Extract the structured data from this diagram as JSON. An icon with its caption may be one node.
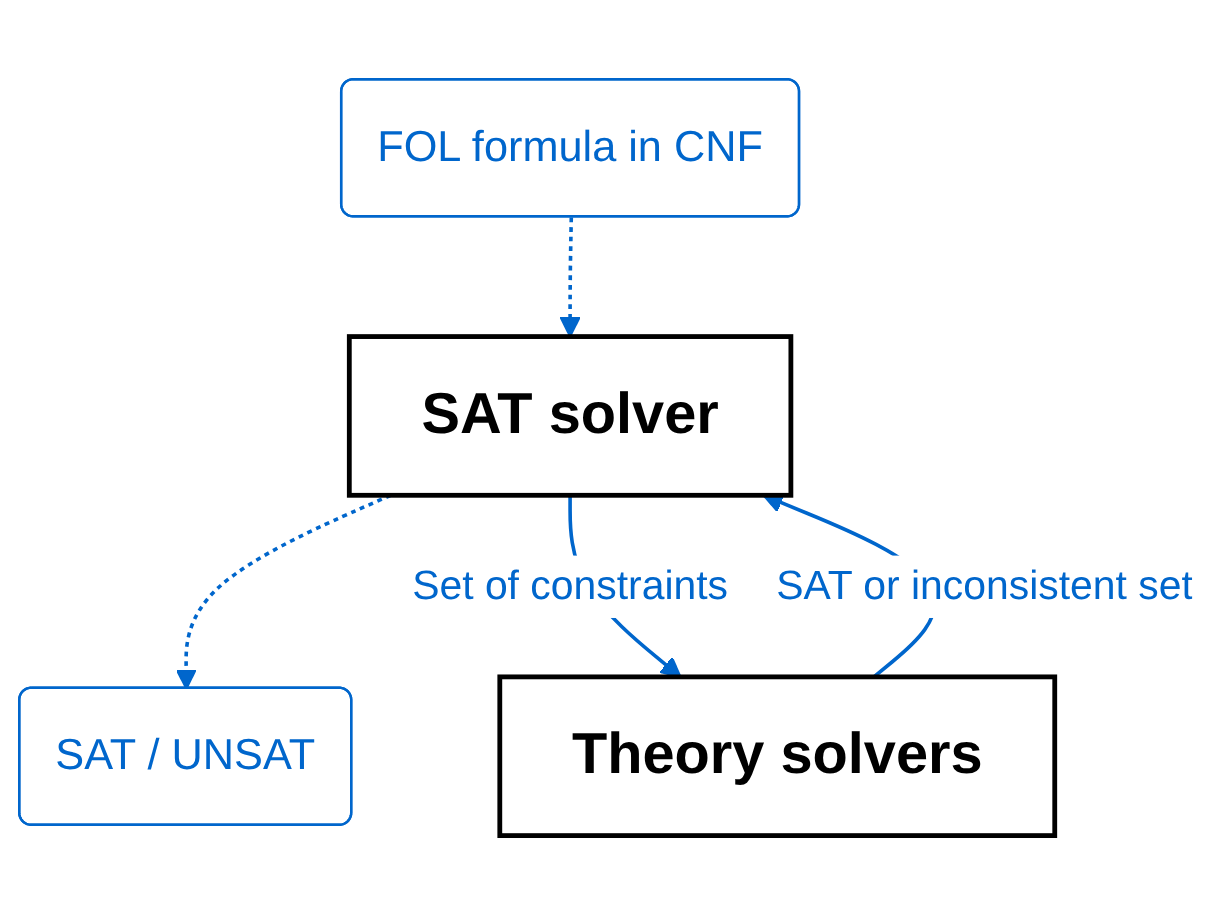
{
  "diagram": {
    "nodes": [
      {
        "text": [
          "FOL formula in CNF"
        ]
      },
      {
        "text": [
          "SAT solver"
        ]
      },
      {
        "text": [
          "SAT / UNSAT"
        ]
      },
      {
        "text": [
          "Theory solvers"
        ]
      }
    ],
    "edges": [
      {
        "from": 0,
        "to": 1,
        "arrow": "to",
        "style": "dashed"
      },
      {
        "from": 1,
        "to": 2,
        "arrow": "to",
        "style": "dashed"
      },
      {
        "from": 1,
        "to": 3,
        "arrow": "to",
        "label": "Set of constraints"
      },
      {
        "from": 3,
        "to": 1,
        "arrow": "to",
        "label": "SAT or inconsistent set"
      }
    ]
  }
}
